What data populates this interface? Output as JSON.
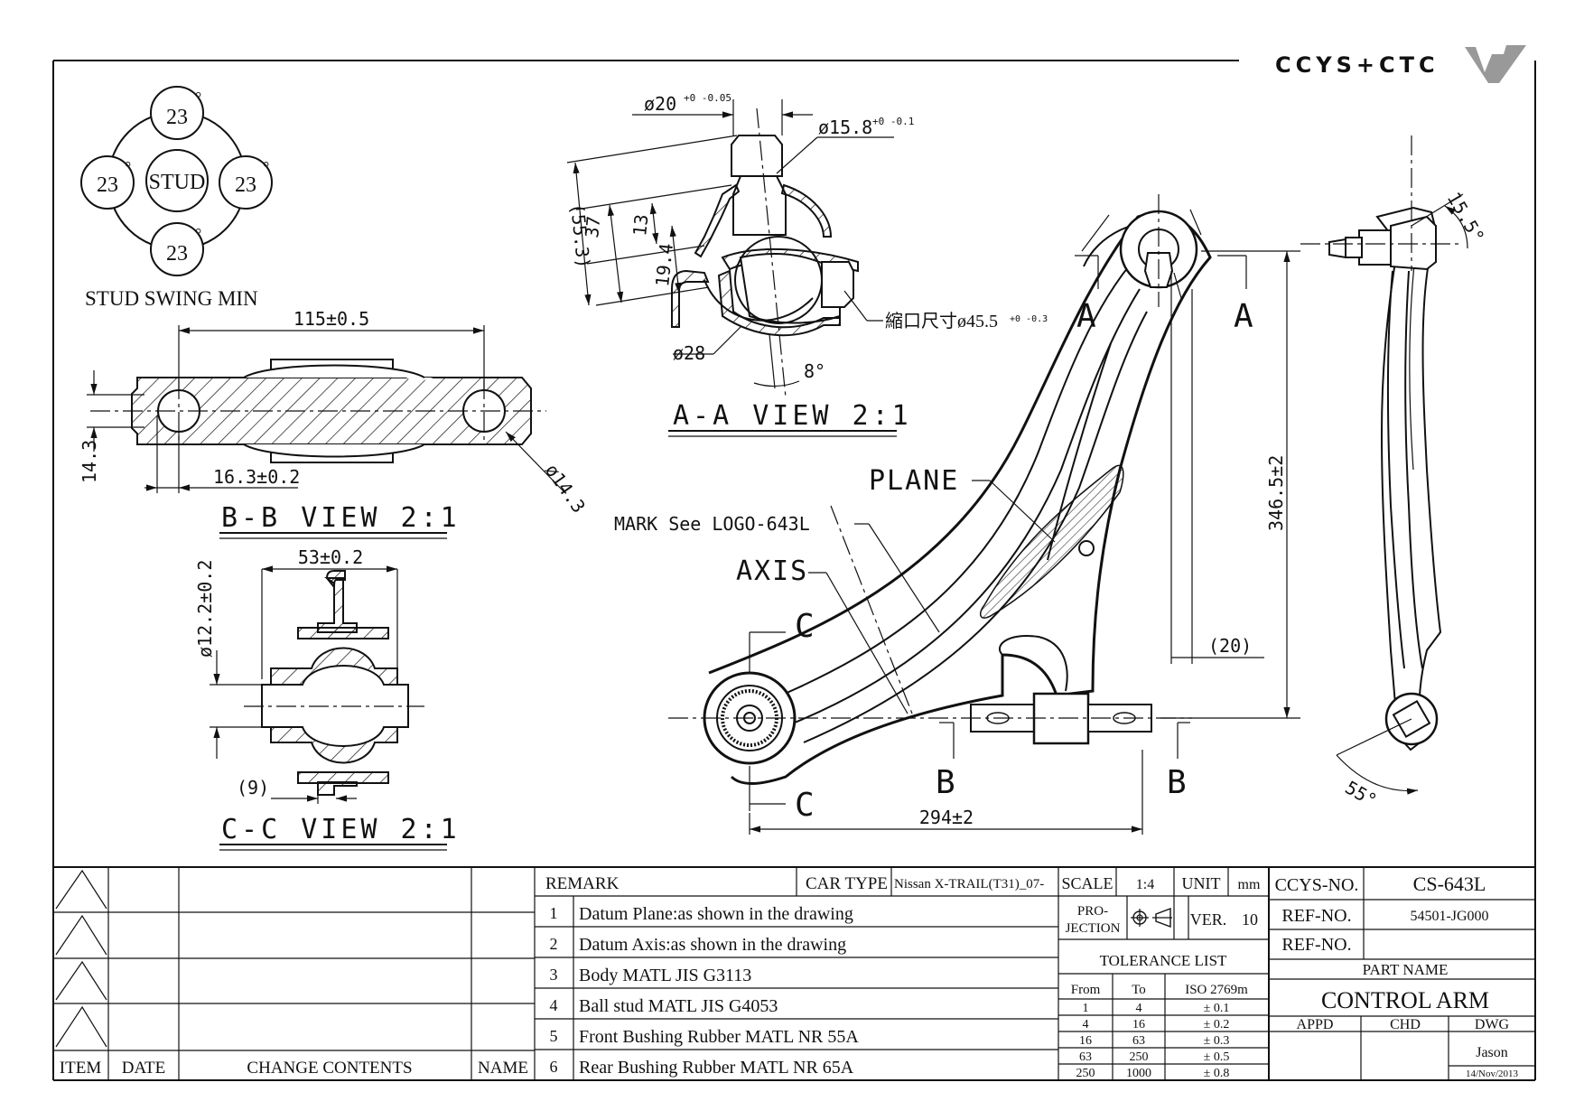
{
  "logo": {
    "text": "CCYS+CTC"
  },
  "stud_swing": {
    "angles": [
      "23",
      "23",
      "23",
      "23"
    ],
    "degree_symbol": "°",
    "center_label": "STUD",
    "caption": "STUD SWING MIN"
  },
  "bb_view": {
    "title": "B-B VIEW 2:1",
    "dim_length": "115±0.5",
    "dim_height": "14.3",
    "dim_offset": "16.3±0.2",
    "dim_hole": "ø14.3"
  },
  "cc_view": {
    "title": "C-C VIEW 2:1",
    "dim_width": "53±0.2",
    "dim_dia": "ø12.2±0.2",
    "dim_small": "(9)"
  },
  "aa_view": {
    "title": "A-A VIEW 2:1",
    "dim_top_dia": "ø20",
    "dim_top_tol": "+0 -0.05",
    "dim_mid_dia": "ø15.8",
    "dim_mid_tol": "+0 -0.1",
    "dim_overall": "(55.3)",
    "dim_37": "37",
    "dim_13": "13",
    "dim_194": "19.4",
    "dim_crimp": "縮口尺寸ø45.5",
    "dim_crimp_tol": "+0 -0.3",
    "dim_28": "ø28",
    "dim_angle": "8°"
  },
  "main_view": {
    "label_plane": "PLANE",
    "label_mark": "MARK See LOGO-643L",
    "label_axis": "AXIS",
    "sec_a": "A",
    "sec_b": "B",
    "sec_c": "C",
    "dim_width": "294±2",
    "dim_height": "346.5±2",
    "dim_20": "(20)"
  },
  "side_view": {
    "dim_top_angle": "15.5°",
    "dim_bottom_angle": "55°"
  },
  "revision_table": {
    "headers": {
      "item": "ITEM",
      "date": "DATE",
      "contents": "CHANGE CONTENTS",
      "name": "NAME"
    }
  },
  "remarks": {
    "header": "REMARK",
    "car_type_label": "CAR TYPE",
    "car_type_value": "Nissan X-TRAIL(T31)_07-",
    "items": [
      {
        "no": "1",
        "text": "Datum Plane:as shown in the drawing"
      },
      {
        "no": "2",
        "text": "Datum Axis:as shown in the drawing"
      },
      {
        "no": "3",
        "text": "Body MATL JIS G3113"
      },
      {
        "no": "4",
        "text": "Ball stud MATL JIS G4053"
      },
      {
        "no": "5",
        "text": "Front Bushing Rubber MATL NR 55A"
      },
      {
        "no": "6",
        "text": "Rear Bushing Rubber MATL NR 65A"
      }
    ]
  },
  "scale_block": {
    "scale_label": "SCALE",
    "scale_value": "1:4",
    "unit_label": "UNIT",
    "unit_value": "mm",
    "projection_label_1": "PRO-",
    "projection_label_2": "JECTION",
    "ver_label": "VER.",
    "ver_value": "10"
  },
  "tolerance": {
    "title": "TOLERANCE LIST",
    "headers": [
      "From",
      "To",
      "ISO 2769m"
    ],
    "rows": [
      [
        "1",
        "4",
        "± 0.1"
      ],
      [
        "4",
        "16",
        "± 0.2"
      ],
      [
        "16",
        "63",
        "± 0.3"
      ],
      [
        "63",
        "250",
        "± 0.5"
      ],
      [
        "250",
        "1000",
        "± 0.8"
      ]
    ]
  },
  "title_block": {
    "ccys_label": "CCYS-NO.",
    "ccys_value": "CS-643L",
    "ref1_label": "REF-NO.",
    "ref1_value": "54501-JG000",
    "ref2_label": "REF-NO.",
    "ref2_value": "",
    "part_name_label": "PART NAME",
    "part_name_value": "CONTROL ARM",
    "appd_label": "APPD",
    "chd_label": "CHD",
    "dwg_label": "DWG",
    "dwg_name": "Jason",
    "dwg_date": "14/Nov/2013"
  }
}
